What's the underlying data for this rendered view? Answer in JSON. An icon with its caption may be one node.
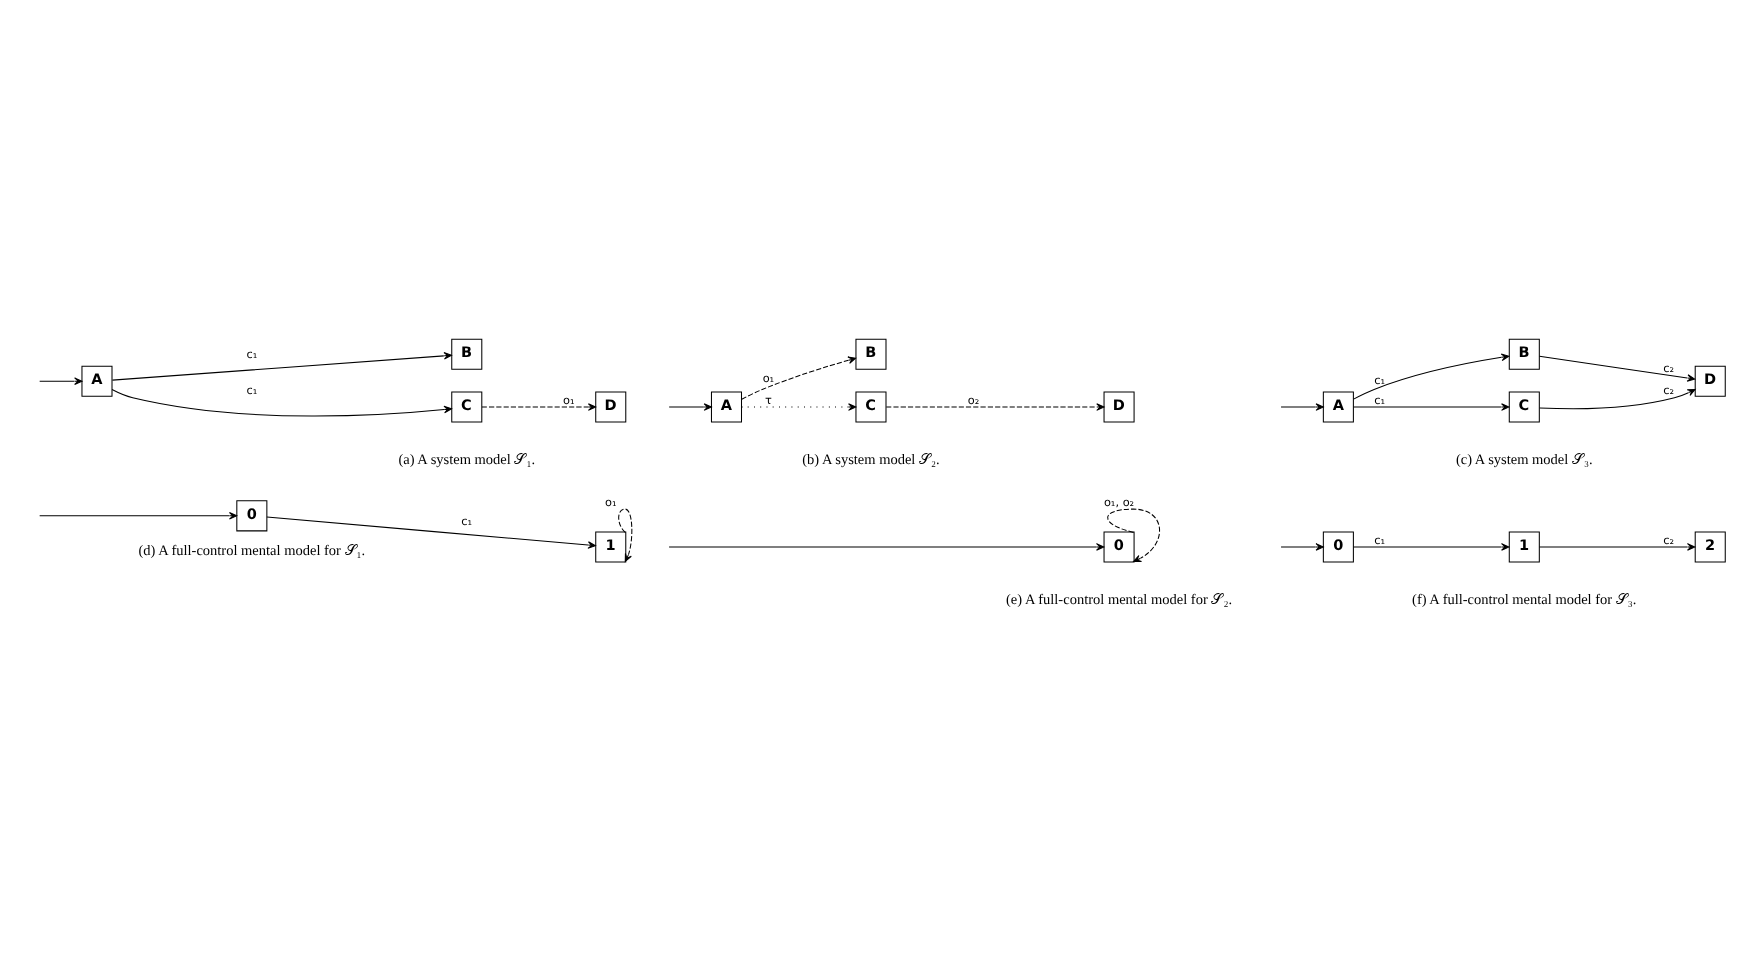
{
  "diagram": {
    "nodes": [
      {
        "text": [
          "A"
        ]
      },
      {
        "text": [
          "B"
        ]
      },
      {
        "text": [
          "C"
        ]
      },
      {
        "text": [
          "D"
        ]
      },
      {
        "text": [
          "A"
        ]
      },
      {
        "text": [
          "B"
        ]
      },
      {
        "text": [
          "C"
        ]
      },
      {
        "text": [
          "D"
        ]
      },
      {
        "text": [
          "A"
        ]
      },
      {
        "text": [
          "B"
        ]
      },
      {
        "text": [
          "C"
        ]
      },
      {
        "text": [
          "D"
        ]
      },
      {
        "text": [
          "0"
        ]
      },
      {
        "text": [
          "1"
        ]
      },
      {
        "text": [
          "0"
        ]
      },
      {
        "text": [
          "0"
        ]
      },
      {
        "text": [
          "1"
        ]
      },
      {
        "text": [
          "2"
        ]
      }
    ],
    "edges": [
      {
        "from": null,
        "to": 0,
        "arrow": "to"
      },
      {
        "from": 0,
        "to": 1,
        "arrow": "to",
        "label": "c₁"
      },
      {
        "from": 0,
        "to": 2,
        "arrow": "to",
        "label": "c₁"
      },
      {
        "from": 2,
        "to": 3,
        "arrow": "to",
        "label": "o₁",
        "style": "dashed"
      },
      {
        "from": null,
        "to": 4,
        "arrow": "to"
      },
      {
        "from": 4,
        "to": 5,
        "arrow": "to",
        "label": "o₁",
        "style": "dashed"
      },
      {
        "from": 4,
        "to": 6,
        "arrow": "to",
        "label": "τ",
        "style": "dashed"
      },
      {
        "from": 6,
        "to": 7,
        "arrow": "to",
        "label": "o₂",
        "style": "dashed"
      },
      {
        "from": null,
        "to": 8,
        "arrow": "to"
      },
      {
        "from": 8,
        "to": 9,
        "arrow": "to",
        "label": "c₁"
      },
      {
        "from": 8,
        "to": 10,
        "arrow": "to",
        "label": "c₁"
      },
      {
        "from": 9,
        "to": 11,
        "arrow": "to",
        "label": "c₂"
      },
      {
        "from": 10,
        "to": 11,
        "arrow": "to",
        "label": "c₂"
      },
      {
        "from": null,
        "to": 12,
        "arrow": "to"
      },
      {
        "from": 12,
        "to": 13,
        "arrow": "to",
        "label": "c₁"
      },
      {
        "from": 13,
        "to": 13,
        "arrow": "to",
        "label": "o₁",
        "style": "dashed"
      },
      {
        "from": null,
        "to": 14,
        "arrow": "to"
      },
      {
        "from": 14,
        "to": 14,
        "arrow": "to",
        "label": "o₁, o₂",
        "style": "dashed"
      },
      {
        "from": null,
        "to": 15,
        "arrow": "to"
      },
      {
        "from": 15,
        "to": 16,
        "arrow": "to",
        "label": "c₁"
      },
      {
        "from": 16,
        "to": 17,
        "arrow": "to",
        "label": "c₂"
      }
    ],
    "labels": [
      "(a) A system model 𝒮₁.",
      "(b) A system model 𝒮₂.",
      "(c) A system model 𝒮₃.",
      "(d) A full-control mental model for 𝒮₁.",
      "(e) A full-control mental model for 𝒮₂.",
      "(f) A full-control mental model for 𝒮₃."
    ]
  }
}
